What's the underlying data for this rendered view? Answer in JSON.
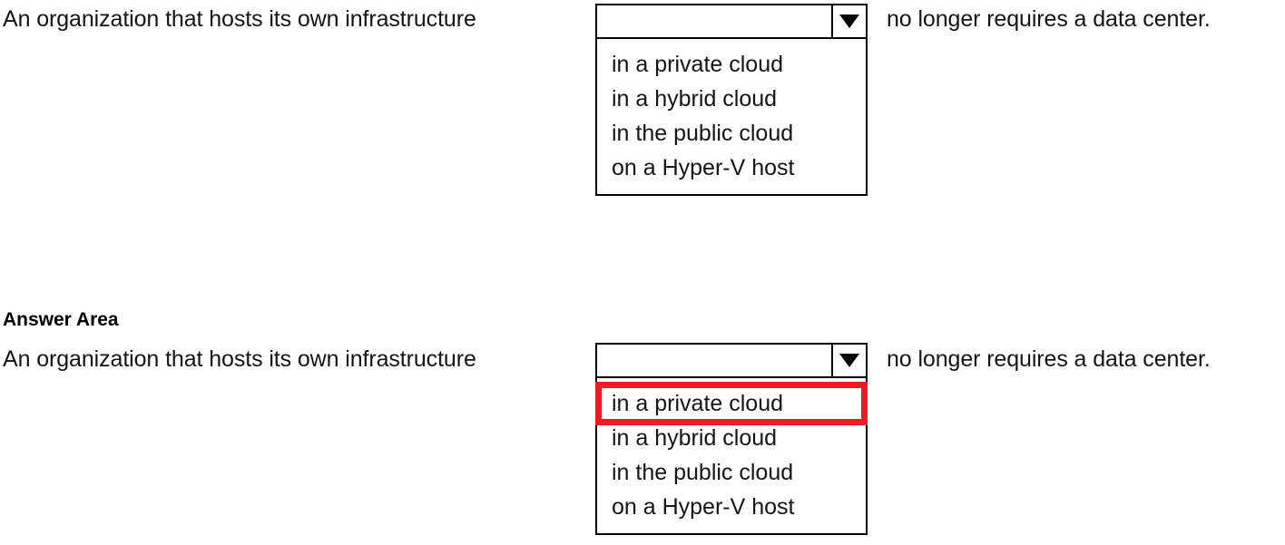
{
  "page": {
    "background_color": "#ffffff",
    "text_color": "#151515"
  },
  "question_block": {
    "name": "question-preview",
    "sentence_before": "An organization that hosts its own infrastructure",
    "sentence_after": "no longer requires a data center.",
    "dropdown": {
      "selected_value": "",
      "arrow_icon": "chevron-down-icon",
      "options": [
        "in a private cloud",
        "in a hybrid cloud",
        "in the public cloud",
        "on a Hyper-V host"
      ],
      "highlighted_option_index": null
    }
  },
  "answer_block": {
    "name": "answer-area",
    "label": "Answer Area",
    "sentence_before": "An organization that hosts its own infrastructure",
    "sentence_after": "no longer requires a data center.",
    "dropdown": {
      "selected_value": "",
      "arrow_icon": "chevron-down-icon",
      "options": [
        "in a private cloud",
        "in a hybrid cloud",
        "in the public cloud",
        "on a Hyper-V host"
      ],
      "highlighted_option_index": 0,
      "highlight_color": "#ED1C24",
      "highlight_border_width": 7
    }
  }
}
